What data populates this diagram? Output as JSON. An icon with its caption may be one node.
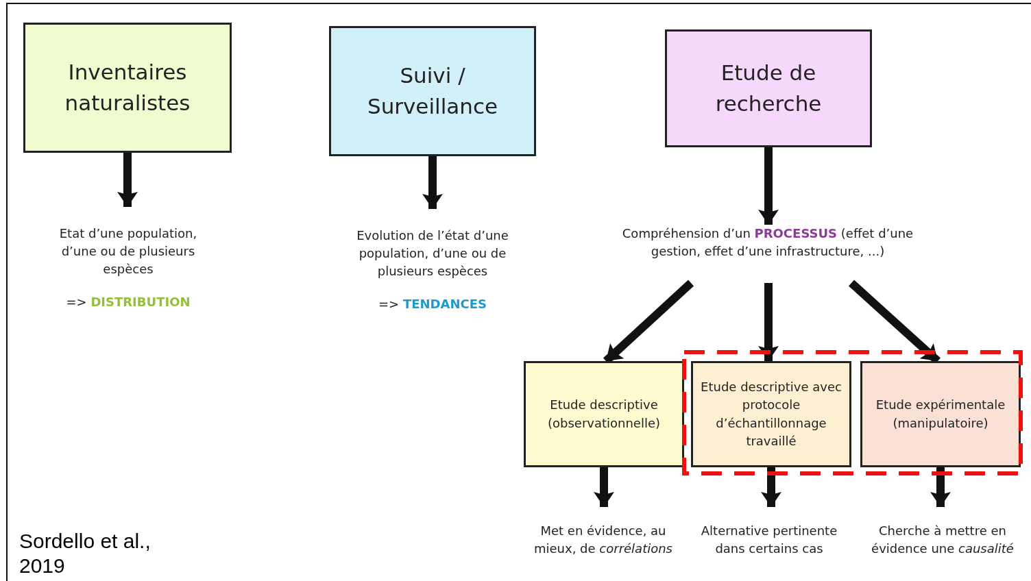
{
  "diagram": {
    "nodes": [
      {
        "text": [
          "Inventaires naturalistes"
        ]
      },
      {
        "text": [
          "Suivi / Surveillance"
        ]
      },
      {
        "text": [
          "Etude de recherche"
        ]
      },
      {
        "text": [
          "Etat d’une population, d’une ou de plusieurs espèces",
          "=> **DISTRIBUTION**"
        ]
      },
      {
        "text": [
          "Evolution de l’état d’une population, d’une ou de plusieurs espèces",
          "=> **TENDANCES**"
        ]
      },
      {
        "text": [
          "Compréhension d’un **PROCESSUS** (effet d’une gestion, effet d’une infrastructure, ...)"
        ]
      },
      {
        "text": [
          "Etude descriptive (observationnelle)"
        ]
      },
      {
        "text": [
          "Etude descriptive avec protocole d’échantillonnage travaillé"
        ]
      },
      {
        "text": [
          "Etude expérimentale (manipulatoire)"
        ]
      },
      {
        "text": [
          "Met en évidence, au mieux, de *corrélations*"
        ]
      },
      {
        "text": [
          "Alternative pertinente dans certains cas"
        ]
      },
      {
        "text": [
          "Cherche à mettre en évidence une *causalité*"
        ]
      }
    ],
    "edges": [
      {
        "from": 0,
        "to": 3,
        "arrow": "to"
      },
      {
        "from": 1,
        "to": 4,
        "arrow": "to"
      },
      {
        "from": 2,
        "to": 5,
        "arrow": "to"
      },
      {
        "from": 5,
        "to": 6,
        "arrow": "to"
      },
      {
        "from": 5,
        "to": 7,
        "arrow": "to"
      },
      {
        "from": 5,
        "to": 8,
        "arrow": "to"
      },
      {
        "from": 6,
        "to": 9,
        "arrow": "to"
      },
      {
        "from": 7,
        "to": 10,
        "arrow": "to"
      },
      {
        "from": 8,
        "to": 11,
        "arrow": "to"
      }
    ],
    "labels": [
      "Sordello et al., 2019"
    ]
  }
}
